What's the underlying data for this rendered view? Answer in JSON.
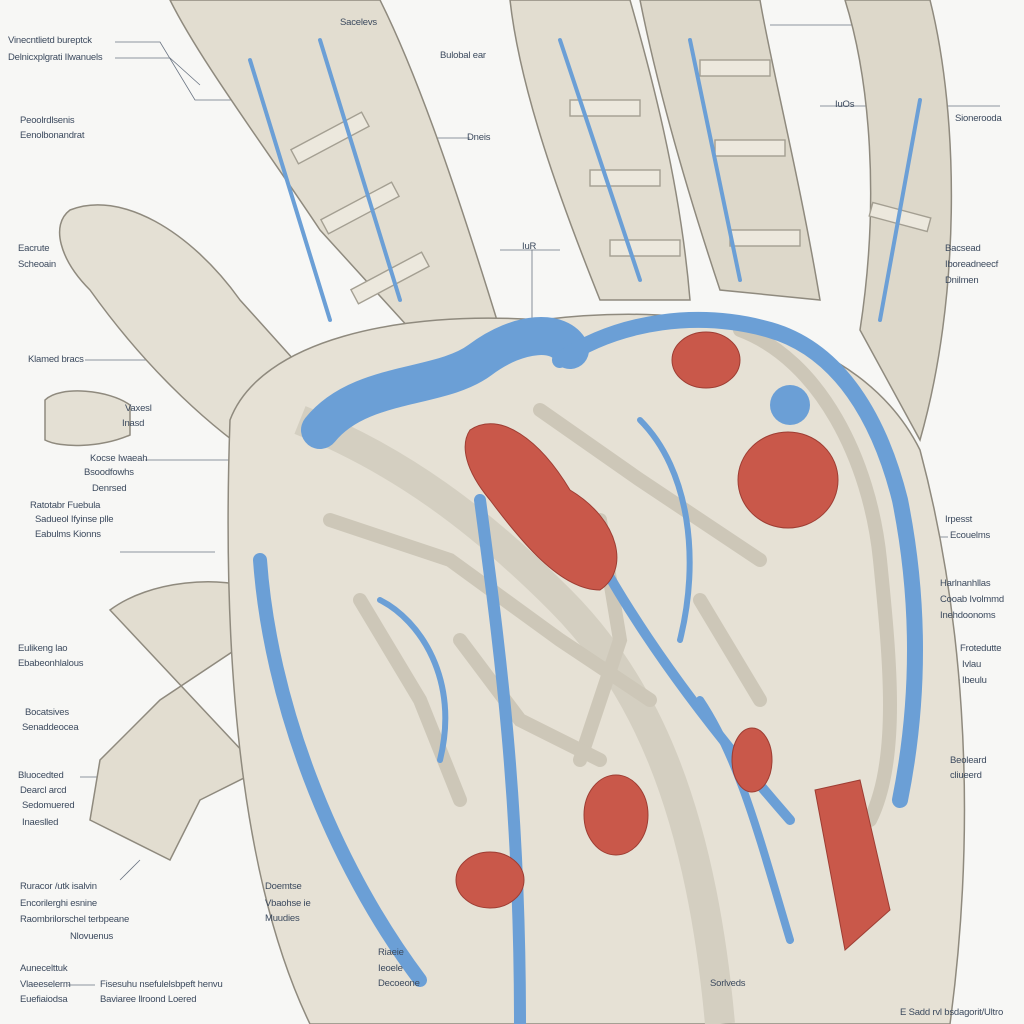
{
  "illustration": {
    "subject": "hand-anatomy-illustration",
    "colors": {
      "background": "#f7f7f5",
      "bone": "#e4e0d4",
      "bone_shadow": "#bdb7a8",
      "vessel": "#6b9fd6",
      "vessel_dark": "#3f6fa8",
      "muscle": "#c9584a",
      "line": "#55606e"
    }
  },
  "labels": [
    "Vinecntlietd bureptck",
    "Delnicxplgrati Ilwanuels",
    "Peoolrdlsenis",
    "Eenolbonandrat",
    "Eacrute",
    "Scheoain",
    "Klamed bracs",
    "Vaxesl",
    "Inasd",
    "Kocse Iwaeah",
    "Bsoodfowhs",
    "Denrsed",
    "Ratotabr Fuebula",
    "Sadueol Ifyinse plle",
    "Eabulms Kionns",
    "Eulikeng lao",
    "Ebabeonhlalous",
    "Bocatsives",
    "Senaddeocea",
    "Bluocedted",
    "Dearcl arcd",
    "Sedomuered",
    "Inaeslled",
    "Ruracor /utk isalvin",
    "Encorilerghi esnine",
    "Raombrilorschel terbpeane",
    "Nlovuenus",
    "Aunecelttuk",
    "Vlaeeselerm",
    "Euefiaiodsa",
    "Fisesuhu nsefulelsbpeft henvu",
    "Baviaree llroond Loered",
    "Doemtse",
    "Vbaohse ie",
    "Muudies",
    "Riaeie",
    "Ieoele",
    "Decoeone",
    "Sacelevs",
    "Bulobal ear",
    "Dneis",
    "IuR",
    "IuOs",
    "Sionerooda",
    "Bacsead",
    "Iboreadneecf",
    "Dnilmen",
    "Irpesst",
    "Ecouelms",
    "Harlnanhllas",
    "Cooab Ivolmmd",
    "Inehdoonoms",
    "Frotedutte",
    "Ivlau",
    "Ibeulu",
    "Beoleard",
    "cliueerd",
    "Sorlveds",
    "E Sadd rvl bsdagorit/Ultro"
  ]
}
